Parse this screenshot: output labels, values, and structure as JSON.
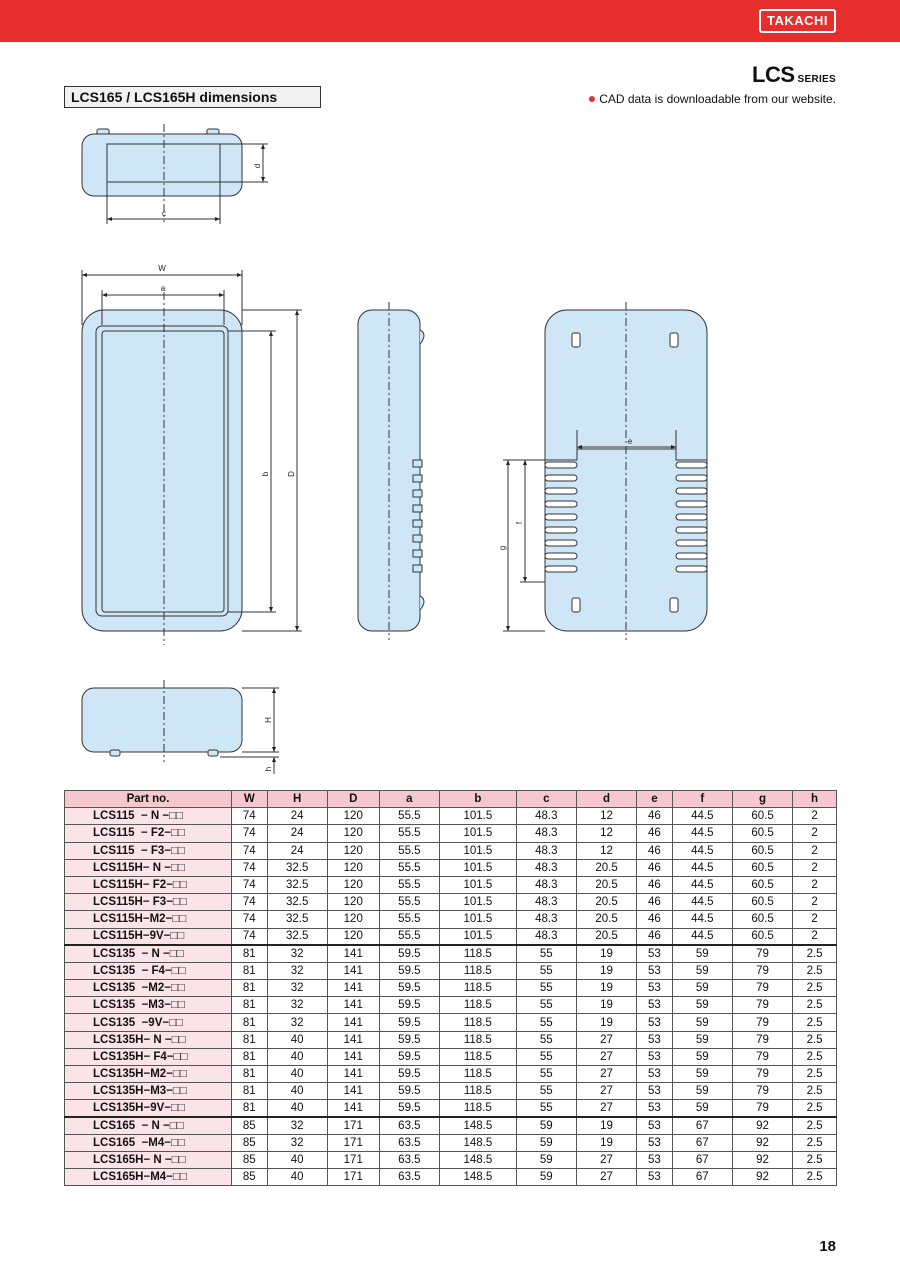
{
  "header": {
    "logo": "TAKACHI",
    "series": "LCS",
    "series_suffix": "SERIES",
    "cad_note": "CAD data is downloadable from our website."
  },
  "section_title": "LCS165 / LCS165H dimensions",
  "dim_labels": {
    "c": "c",
    "d": "d",
    "W": "W",
    "a": "a",
    "b": "b",
    "D": "D",
    "e": "e",
    "f": "f",
    "g": "g",
    "H": "H",
    "h": "h"
  },
  "colors": {
    "brand_red": "#e62e2d",
    "case_blue": "#cfe6f6",
    "table_header": "#f5c7d0"
  },
  "table": {
    "columns": [
      "Part no.",
      "W",
      "H",
      "D",
      "a",
      "b",
      "c",
      "d",
      "e",
      "f",
      "g",
      "h"
    ],
    "rows": [
      [
        "LCS115  − N −□□",
        "74",
        "24",
        "120",
        "55.5",
        "101.5",
        "48.3",
        "12",
        "46",
        "44.5",
        "60.5",
        "2"
      ],
      [
        "LCS115  − F2−□□",
        "74",
        "24",
        "120",
        "55.5",
        "101.5",
        "48.3",
        "12",
        "46",
        "44.5",
        "60.5",
        "2"
      ],
      [
        "LCS115  − F3−□□",
        "74",
        "24",
        "120",
        "55.5",
        "101.5",
        "48.3",
        "12",
        "46",
        "44.5",
        "60.5",
        "2"
      ],
      [
        "LCS115H− N −□□",
        "74",
        "32.5",
        "120",
        "55.5",
        "101.5",
        "48.3",
        "20.5",
        "46",
        "44.5",
        "60.5",
        "2"
      ],
      [
        "LCS115H− F2−□□",
        "74",
        "32.5",
        "120",
        "55.5",
        "101.5",
        "48.3",
        "20.5",
        "46",
        "44.5",
        "60.5",
        "2"
      ],
      [
        "LCS115H− F3−□□",
        "74",
        "32.5",
        "120",
        "55.5",
        "101.5",
        "48.3",
        "20.5",
        "46",
        "44.5",
        "60.5",
        "2"
      ],
      [
        "LCS115H−M2−□□",
        "74",
        "32.5",
        "120",
        "55.5",
        "101.5",
        "48.3",
        "20.5",
        "46",
        "44.5",
        "60.5",
        "2"
      ],
      [
        "LCS115H−9V−□□",
        "74",
        "32.5",
        "120",
        "55.5",
        "101.5",
        "48.3",
        "20.5",
        "46",
        "44.5",
        "60.5",
        "2"
      ],
      [
        "LCS135  − N −□□",
        "81",
        "32",
        "141",
        "59.5",
        "118.5",
        "55",
        "19",
        "53",
        "59",
        "79",
        "2.5"
      ],
      [
        "LCS135  − F4−□□",
        "81",
        "32",
        "141",
        "59.5",
        "118.5",
        "55",
        "19",
        "53",
        "59",
        "79",
        "2.5"
      ],
      [
        "LCS135  −M2−□□",
        "81",
        "32",
        "141",
        "59.5",
        "118.5",
        "55",
        "19",
        "53",
        "59",
        "79",
        "2.5"
      ],
      [
        "LCS135  −M3−□□",
        "81",
        "32",
        "141",
        "59.5",
        "118.5",
        "55",
        "19",
        "53",
        "59",
        "79",
        "2.5"
      ],
      [
        "LCS135  −9V−□□",
        "81",
        "32",
        "141",
        "59.5",
        "118.5",
        "55",
        "19",
        "53",
        "59",
        "79",
        "2.5"
      ],
      [
        "LCS135H− N −□□",
        "81",
        "40",
        "141",
        "59.5",
        "118.5",
        "55",
        "27",
        "53",
        "59",
        "79",
        "2.5"
      ],
      [
        "LCS135H− F4−□□",
        "81",
        "40",
        "141",
        "59.5",
        "118.5",
        "55",
        "27",
        "53",
        "59",
        "79",
        "2.5"
      ],
      [
        "LCS135H−M2−□□",
        "81",
        "40",
        "141",
        "59.5",
        "118.5",
        "55",
        "27",
        "53",
        "59",
        "79",
        "2.5"
      ],
      [
        "LCS135H−M3−□□",
        "81",
        "40",
        "141",
        "59.5",
        "118.5",
        "55",
        "27",
        "53",
        "59",
        "79",
        "2.5"
      ],
      [
        "LCS135H−9V−□□",
        "81",
        "40",
        "141",
        "59.5",
        "118.5",
        "55",
        "27",
        "53",
        "59",
        "79",
        "2.5"
      ],
      [
        "LCS165  − N −□□",
        "85",
        "32",
        "171",
        "63.5",
        "148.5",
        "59",
        "19",
        "53",
        "67",
        "92",
        "2.5"
      ],
      [
        "LCS165  −M4−□□",
        "85",
        "32",
        "171",
        "63.5",
        "148.5",
        "59",
        "19",
        "53",
        "67",
        "92",
        "2.5"
      ],
      [
        "LCS165H− N −□□",
        "85",
        "40",
        "171",
        "63.5",
        "148.5",
        "59",
        "27",
        "53",
        "67",
        "92",
        "2.5"
      ],
      [
        "LCS165H−M4−□□",
        "85",
        "40",
        "171",
        "63.5",
        "148.5",
        "59",
        "27",
        "53",
        "67",
        "92",
        "2.5"
      ]
    ]
  },
  "page_number": "18"
}
